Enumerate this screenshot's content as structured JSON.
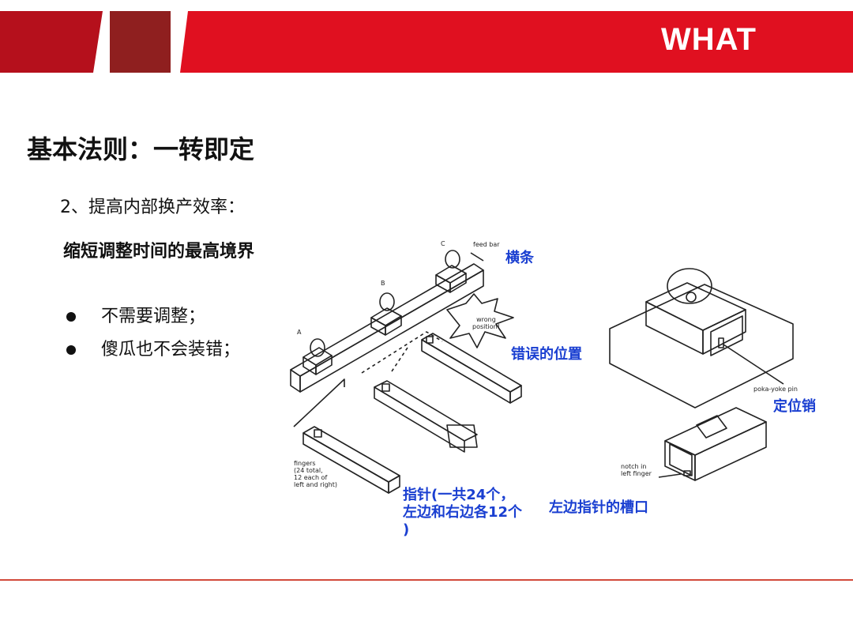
{
  "header": {
    "banner_text": "WHAT",
    "accent_color": "#c8101e"
  },
  "title": "基本法则：一转即定",
  "subtitle": "2、提高内部换产效率：",
  "highlight": "缩短调整时间的最高境界",
  "bullets": [
    "不需要调整；",
    "傻瓜也不会装错；"
  ],
  "diagram": {
    "cn_labels": {
      "feed_bar": "横条",
      "wrong_position": "错误的位置",
      "locating_pin": "定位销",
      "fingers_line1": "指针(一共24个，",
      "fingers_line2": "左边和右边各12个",
      "fingers_line3": ")",
      "left_notch": "左边指针的槽口"
    },
    "en_labels": {
      "feed_bar": "feed bar",
      "wrong_position_1": "wrong",
      "wrong_position_2": "position!",
      "poka_yoke_pin": "poka-yoke pin",
      "fingers_1": "fingers",
      "fingers_2": "(24 total,",
      "fingers_3": "12 each of",
      "fingers_4": "left and right)",
      "notch_1": "notch in",
      "notch_2": "left finger",
      "mark_a": "A",
      "mark_b": "B",
      "mark_c": "C"
    }
  }
}
